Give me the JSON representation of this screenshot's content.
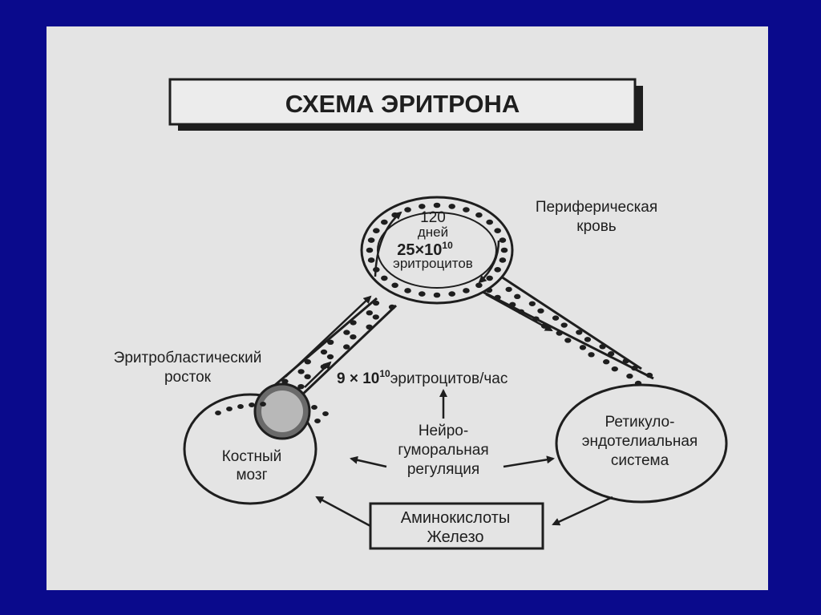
{
  "title": "СХЕМА ЭРИТРОНА",
  "colors": {
    "frame": "#0a0a8c",
    "paper": "#e4e4e4",
    "ink": "#1e1e1e",
    "marrow": "#6a6a6a"
  },
  "nodes": {
    "blood": {
      "days": "120",
      "days_unit": "дней",
      "count_base": "25×10",
      "count_exp": "10",
      "count_unit": "эритроцитов",
      "label_1": "Периферическая",
      "label_2": "кровь"
    },
    "marrow": {
      "label_1": "Костный",
      "label_2": "мозг"
    },
    "res": {
      "label_1": "Ретикуло-",
      "label_2": "эндотелиальная",
      "label_3": "система"
    },
    "nutrients": {
      "line_1": "Аминокислоты",
      "line_2": "Железо"
    }
  },
  "labels": {
    "sprout_1": "Эритробластический",
    "sprout_2": "росток",
    "rate_base": "9 × 10",
    "rate_exp": "10",
    "rate_unit": "эритроцитов/час",
    "reg_1": "Нейро-",
    "reg_2": "гуморальная",
    "reg_3": "регуляция"
  }
}
